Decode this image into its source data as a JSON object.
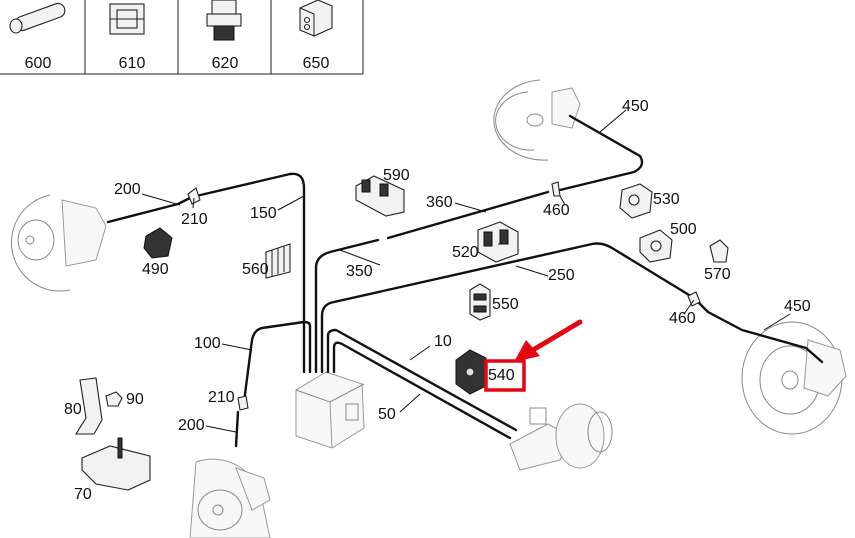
{
  "parts_strip": [
    {
      "label": "600",
      "icon": "tube-icon"
    },
    {
      "label": "610",
      "icon": "nut-icon"
    },
    {
      "label": "620",
      "icon": "valve-icon"
    },
    {
      "label": "650",
      "icon": "block-icon"
    }
  ],
  "callouts": {
    "c10": "10",
    "c50": "50",
    "c70": "70",
    "c80": "80",
    "c90": "90",
    "c100": "100",
    "c150": "150",
    "c200a": "200",
    "c200b": "200",
    "c210a": "210",
    "c210b": "210",
    "c250": "250",
    "c350": "350",
    "c360": "360",
    "c450a": "450",
    "c450b": "450",
    "c460a": "460",
    "c460b": "460",
    "c490": "490",
    "c500": "500",
    "c520": "520",
    "c530": "530",
    "c540": "540",
    "c550": "550",
    "c560": "560",
    "c570": "570",
    "c590": "590"
  },
  "highlight": {
    "target": "540",
    "box_color": "#e30613",
    "arrow_color": "#e30613"
  }
}
